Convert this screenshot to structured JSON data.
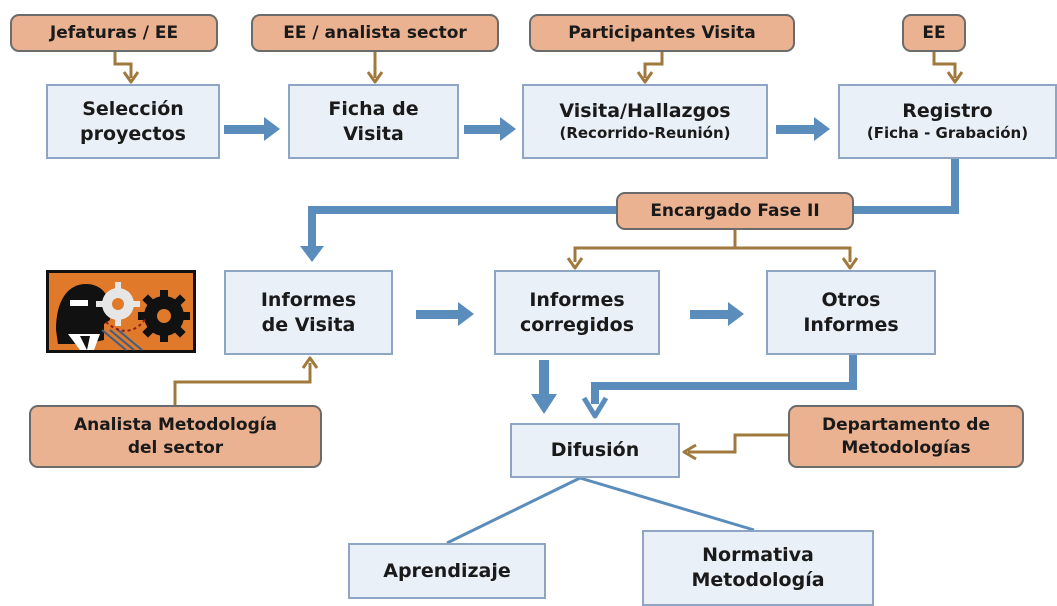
{
  "colors": {
    "process_fill": "#e9f0f7",
    "process_border": "#8ea6c4",
    "role_fill": "#eab291",
    "blue_arrow": "#5b8dbc",
    "gold_connector": "#a07a3c"
  },
  "icon": "people-gears-icon",
  "roles": {
    "jefaturas": "Jefaturas / EE",
    "ee_analista": "EE / analista sector",
    "participantes": "Participantes Visita",
    "ee": "EE",
    "encargado": "Encargado Fase II",
    "analista_metodologia_l1": "Analista Metodología",
    "analista_metodologia_l2": "del sector",
    "departamento_l1": "Departamento de",
    "departamento_l2": "Metodologías"
  },
  "steps": {
    "seleccion_l1": "Selección",
    "seleccion_l2": "proyectos",
    "ficha_l1": "Ficha de",
    "ficha_l2": "Visita",
    "visita_l1": "Visita/Hallazgos",
    "visita_l2": "(Recorrido-Reunión)",
    "registro_l1": "Registro",
    "registro_l2": "(Ficha - Grabación)",
    "informes_visita_l1": "Informes",
    "informes_visita_l2": "de Visita",
    "informes_corregidos_l1": "Informes",
    "informes_corregidos_l2": "corregidos",
    "otros_l1": "Otros",
    "otros_l2": "Informes",
    "difusion": "Difusión",
    "aprendizaje": "Aprendizaje",
    "normativa_l1": "Normativa",
    "normativa_l2": "Metodología"
  }
}
